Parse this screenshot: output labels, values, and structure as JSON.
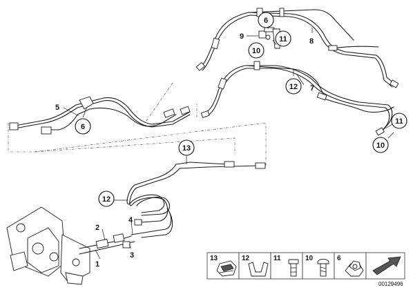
{
  "callouts": {
    "c1": "1",
    "c2": "2",
    "c3": "3",
    "c4": "4",
    "c5": "5",
    "c6a": "6",
    "c6b": "6",
    "c7": "7",
    "c8": "8",
    "c9": "9",
    "c10a": "10",
    "c10b": "10",
    "c11a": "11",
    "c11b": "11",
    "c12a": "12",
    "c12b": "12",
    "c13": "13"
  },
  "legend": {
    "items": [
      {
        "num": "13",
        "icon": "clip-icon"
      },
      {
        "num": "12",
        "icon": "bracket-icon"
      },
      {
        "num": "11",
        "icon": "bolt-icon"
      },
      {
        "num": "10",
        "icon": "screw-icon"
      },
      {
        "num": "6",
        "icon": "nut-icon"
      },
      {
        "num": "",
        "icon": "arrow-icon"
      }
    ]
  },
  "doc_id": "00129496"
}
